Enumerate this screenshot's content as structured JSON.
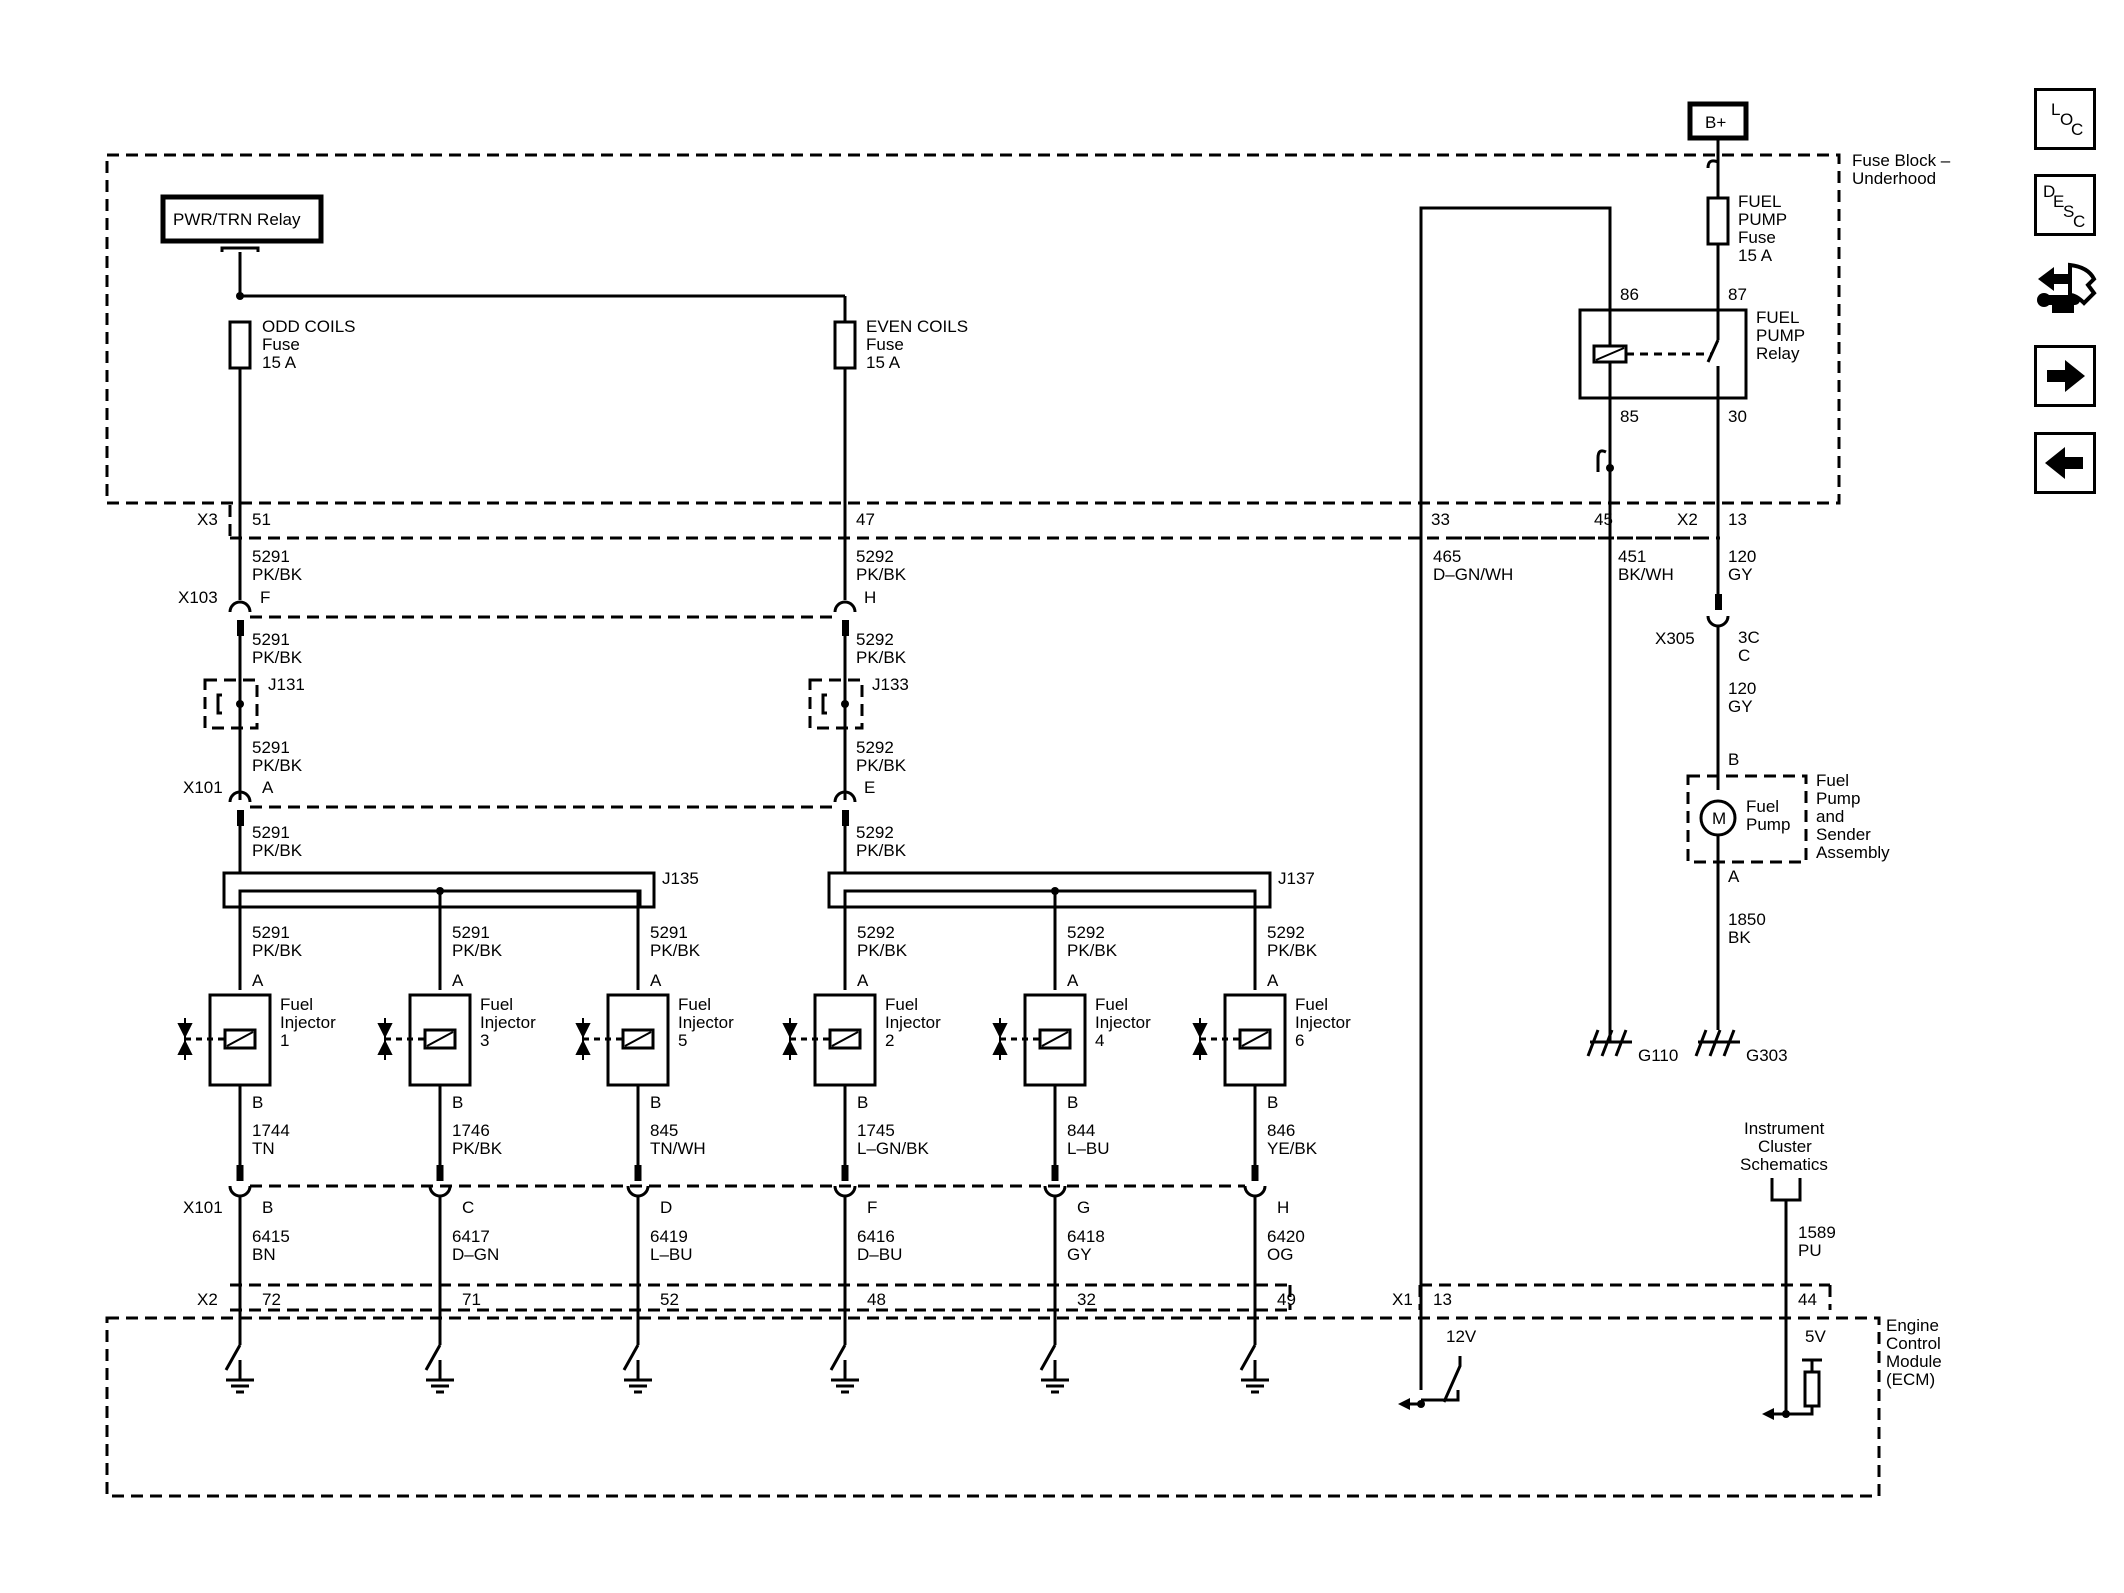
{
  "source": {
    "label": "B+"
  },
  "fuse_block": {
    "line1": "Fuse Block –",
    "line2": "Underhood"
  },
  "relay_pwr": {
    "label": "PWR/TRN Relay"
  },
  "fuses": [
    {
      "name": "ODD COILS",
      "type": "Fuse",
      "rating": "15 A"
    },
    {
      "name": "EVEN COILS",
      "type": "Fuse",
      "rating": "15 A"
    },
    {
      "name1": "FUEL",
      "name2": "PUMP",
      "type": "Fuse",
      "rating": "15 A"
    }
  ],
  "fuel_pump_relay": {
    "l1": "FUEL",
    "l2": "PUMP",
    "l3": "Relay",
    "p86": "86",
    "p87": "87",
    "p85": "85",
    "p30": "30"
  },
  "connectors": {
    "x3": "X3",
    "x3_odd": "51",
    "x3_even": "47",
    "x2": "X2",
    "x2_pump": "13",
    "x33": "33",
    "x45": "45",
    "x103": "X103",
    "x103_odd": "F",
    "x103_even": "H",
    "x101": "X101",
    "x101_odd": "A",
    "x101_even": "E",
    "x305": "X305",
    "x305_a": "3C",
    "x305_b": "C",
    "x2b": "X2",
    "x1": "X1",
    "x1_pin": "13",
    "x1_pin2": "44"
  },
  "splices": {
    "j131": "J131",
    "j133": "J133",
    "j135": "J135",
    "j137": "J137"
  },
  "wires": {
    "odd_circuit": "5291",
    "even_circuit": "5292",
    "wire_color": "PK/BK",
    "w465": "465",
    "w465c": "D–GN/WH",
    "w451": "451",
    "w451c": "BK/WH",
    "w120": "120",
    "w120c": "GY",
    "w1850": "1850",
    "w1850c": "BK",
    "w1589": "1589",
    "w1589c": "PU"
  },
  "injectors": [
    {
      "num": "1",
      "top": "A",
      "bot": "B",
      "wa": "1744",
      "wac": "TN",
      "x101": "B",
      "wb": "6415",
      "wbc": "BN",
      "x2": "72"
    },
    {
      "num": "3",
      "top": "A",
      "bot": "B",
      "wa": "1746",
      "wac": "PK/BK",
      "x101": "C",
      "wb": "6417",
      "wbc": "D–GN",
      "x2": "71"
    },
    {
      "num": "5",
      "top": "A",
      "bot": "B",
      "wa": "845",
      "wac": "TN/WH",
      "x101": "D",
      "wb": "6419",
      "wbc": "L–BU",
      "x2": "52"
    },
    {
      "num": "2",
      "top": "A",
      "bot": "B",
      "wa": "1745",
      "wac": "L–GN/BK",
      "x101": "F",
      "wb": "6416",
      "wbc": "D–BU",
      "x2": "48"
    },
    {
      "num": "4",
      "top": "A",
      "bot": "B",
      "wa": "844",
      "wac": "L–BU",
      "x101": "G",
      "wb": "6418",
      "wbc": "GY",
      "x2": "32"
    },
    {
      "num": "6",
      "top": "A",
      "bot": "B",
      "wa": "846",
      "wac": "YE/BK",
      "x101": "H",
      "wb": "6420",
      "wbc": "OG",
      "x2": "49"
    }
  ],
  "injector_label": {
    "l1": "Fuel",
    "l2": "Injector"
  },
  "pump": {
    "pin_b": "B",
    "pin_a": "A",
    "motor": "M",
    "n1": "Fuel",
    "n2": "Pump",
    "a1": "Fuel",
    "a2": "Pump",
    "a3": "and",
    "a4": "Sender",
    "a5": "Assembly"
  },
  "grounds": {
    "g110": "G110",
    "g303": "G303"
  },
  "cluster": {
    "l1": "Instrument",
    "l2": "Cluster",
    "l3": "Schematics"
  },
  "ecm": {
    "l1": "Engine",
    "l2": "Control",
    "l3": "Module",
    "l4": "(ECM)",
    "v12": "12V",
    "v5": "5V"
  },
  "nav": {
    "loc_l": "L",
    "loc_o": "O",
    "loc_c": "C",
    "desc_d": "D",
    "desc_e": "E",
    "desc_s": "S",
    "desc_c": "C"
  }
}
